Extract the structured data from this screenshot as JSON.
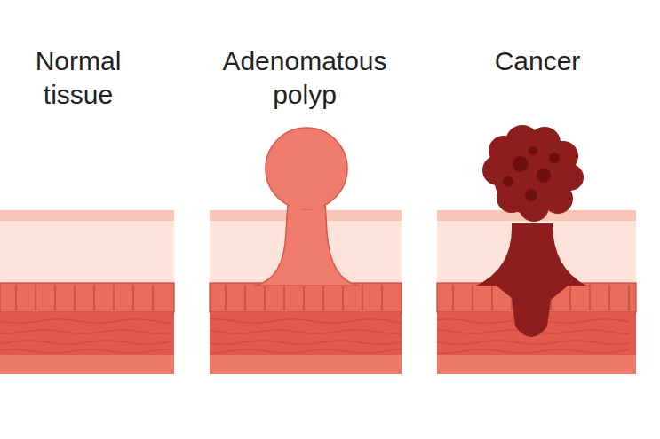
{
  "diagram": {
    "labels": [
      "Normal tissue",
      "Adenomatous polyp",
      "Cancer"
    ]
  }
}
